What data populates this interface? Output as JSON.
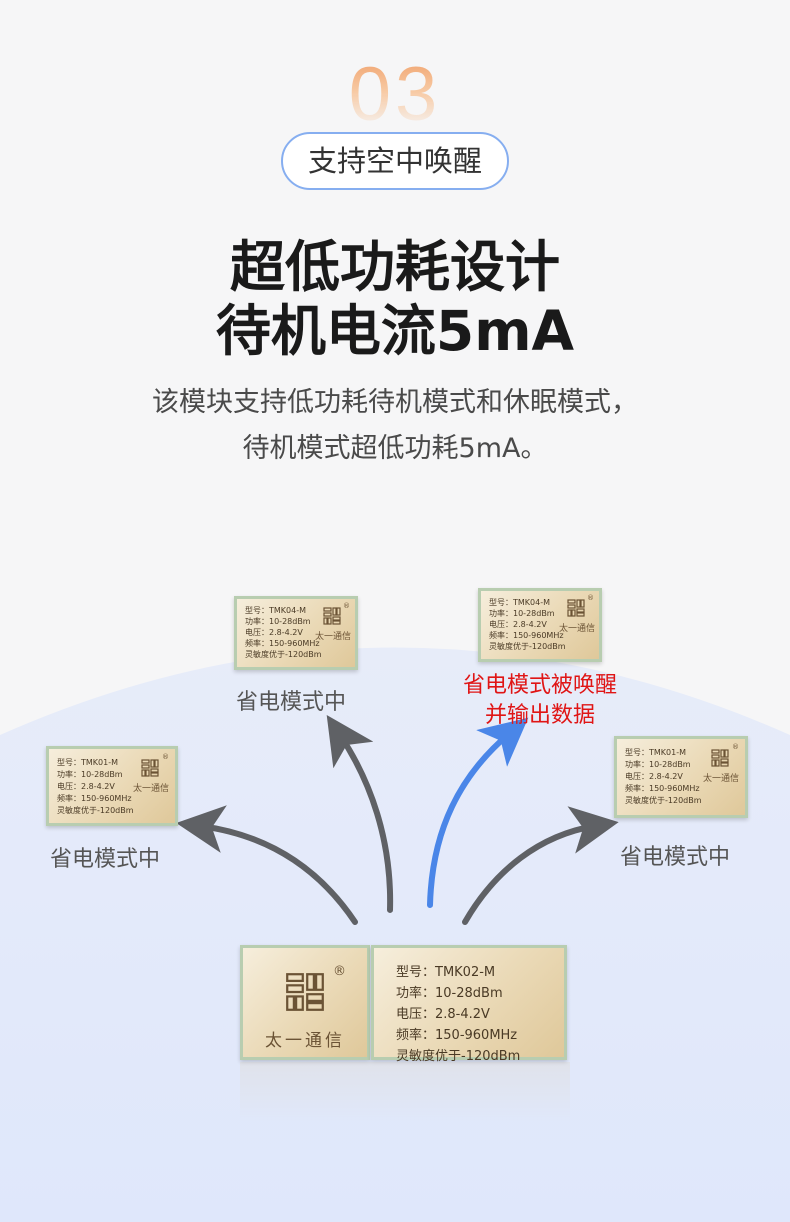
{
  "header": {
    "number": "03",
    "badge": "支持空中唤醒"
  },
  "title": {
    "line1": "超低功耗设计",
    "line2": "待机电流5mA"
  },
  "description": {
    "line1": "该模块支持低功耗待机模式和休眠模式，",
    "line2": "待机模式超低功耗5mA。"
  },
  "modules": {
    "top_left": {
      "model": "型号：TMK04-M",
      "power": "功率：10-28dBm",
      "voltage": "电压：2.8-4.2V",
      "frequency": "频率：150-960MHz",
      "sensitivity": "灵敏度优于-120dBm",
      "brand": "太一通信",
      "reg": "®"
    },
    "top_right": {
      "model": "型号：TMK04-M",
      "power": "功率：10-28dBm",
      "voltage": "电压：2.8-4.2V",
      "frequency": "频率：150-960MHz",
      "sensitivity": "灵敏度优于-120dBm",
      "brand": "太一通信",
      "reg": "®"
    },
    "left": {
      "model": "型号：TMK01-M",
      "power": "功率：10-28dBm",
      "voltage": "电压：2.8-4.2V",
      "frequency": "频率：150-960MHz",
      "sensitivity": "灵敏度优于-120dBm",
      "brand": "太一通信",
      "reg": "®"
    },
    "right": {
      "model": "型号：TMK01-M",
      "power": "功率：10-28dBm",
      "voltage": "电压：2.8-4.2V",
      "frequency": "频率：150-960MHz",
      "sensitivity": "灵敏度优于-120dBm",
      "brand": "太一通信",
      "reg": "®"
    },
    "center": {
      "model": "型号：TMK02-M",
      "power": "功率：10-28dBm",
      "voltage": "电压：2.8-4.2V",
      "frequency": "频率：150-960MHz",
      "sensitivity": "灵敏度优于-120dBm",
      "brand": "太一通信",
      "reg": "®"
    }
  },
  "captions": {
    "top_left": "省电模式中",
    "top_right_line1": "省电模式被唤醒",
    "top_right_line2": "并输出数据",
    "left": "省电模式中",
    "right": "省电模式中"
  },
  "colors": {
    "accent_blue": "#4a86e8",
    "arrow_gray": "#5f6165",
    "wake_red": "#e01515",
    "badge_border": "#86aef0",
    "number_orange": "#f0a06a"
  }
}
